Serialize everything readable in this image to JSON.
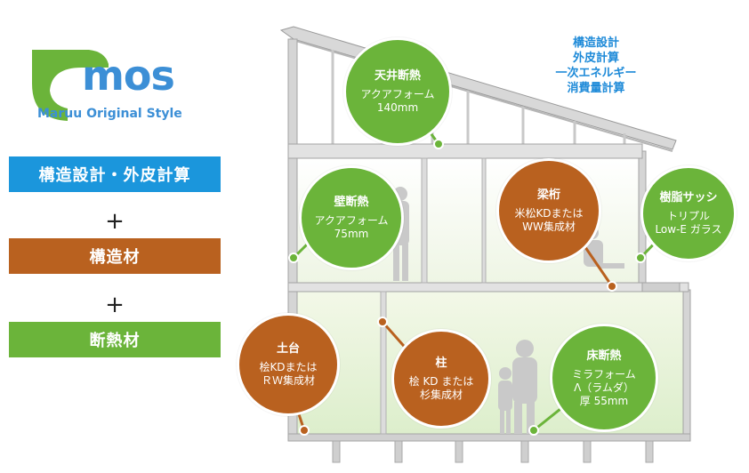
{
  "logo": {
    "name": "mos",
    "subtitle": "Maruu Original Style"
  },
  "bars": [
    {
      "label": "構造設計・外皮計算",
      "color": "#1b96dc"
    },
    {
      "label": "構造材",
      "color": "#b9611f"
    },
    {
      "label": "断熱材",
      "color": "#6bb43a"
    }
  ],
  "plus_sign": "+",
  "top_note": {
    "lines": [
      "構造設計",
      "外皮計算",
      "一次エネルギー",
      "消費量計算"
    ]
  },
  "callouts": {
    "ceiling": {
      "title": "天井断熱",
      "body_1": "アクアフォーム",
      "body_2": "140mm"
    },
    "wall": {
      "title": "壁断熱",
      "body_1": "アクアフォーム",
      "body_2": "75mm"
    },
    "beam": {
      "title": "梁桁",
      "body_1": "米松KDまたは",
      "body_2": "WW集成材"
    },
    "sash": {
      "title": "樹脂サッシ",
      "body_1": "トリプル",
      "body_2": "Low-E ガラス"
    },
    "sill": {
      "title": "土台",
      "body_1": "桧KDまたは",
      "body_2": "ＲＷ集成材"
    },
    "column": {
      "title": "柱",
      "body_1": "桧 KD または",
      "body_2": "杉集成材"
    },
    "floor": {
      "title": "床断熱",
      "body_1": "ミラフォーム",
      "body_2": "Λ（ラムダ）",
      "body_3": "厚 55mm"
    }
  },
  "colors": {
    "green": "#6bb43a",
    "brown": "#b9611f",
    "blue": "#1b96dc"
  }
}
